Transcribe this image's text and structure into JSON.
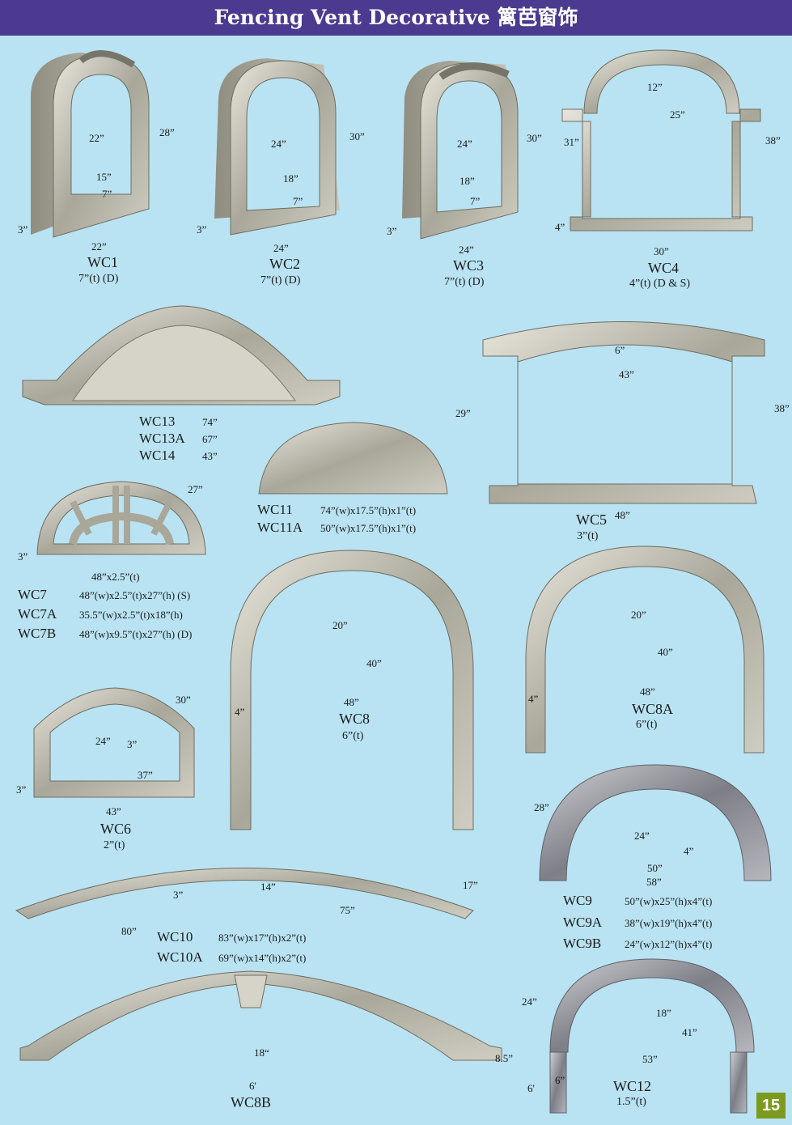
{
  "header": {
    "title": "Fencing Vent Decorative 篱芭窗饰"
  },
  "page_number": "15",
  "items": {
    "wc1": {
      "code": "WC1",
      "spec": "7”(t) (D)",
      "dims": [
        "22”",
        "28”",
        "15”",
        "7”",
        "3”",
        "22”"
      ]
    },
    "wc2": {
      "code": "WC2",
      "spec": "7”(t) (D)",
      "dims": [
        "24”",
        "30”",
        "18”",
        "7”",
        "3”",
        "24”"
      ]
    },
    "wc3": {
      "code": "WC3",
      "spec": "7”(t) (D)",
      "dims": [
        "24”",
        "30”",
        "18”",
        "7”",
        "3”",
        "24”"
      ]
    },
    "wc4": {
      "code": "WC4",
      "spec": "4”(t) (D & S)",
      "dims": [
        "12”",
        "25”",
        "31”",
        "38”",
        "4”",
        "30”"
      ]
    },
    "wc13": {
      "rows": [
        {
          "code": "WC13",
          "value": "74”"
        },
        {
          "code": "WC13A",
          "value": "67”"
        },
        {
          "code": "WC14",
          "value": "43”"
        }
      ]
    },
    "wc11": {
      "rows": [
        {
          "code": "WC11",
          "value": "74”(w)x17.5”(h)x1”(t)"
        },
        {
          "code": "WC11A",
          "value": "50”(w)x17.5”(h)x1”(t)"
        }
      ]
    },
    "wc5": {
      "code": "WC5",
      "spec": "3”(t)",
      "dims": [
        "6”",
        "43”",
        "29”",
        "38”",
        "48”"
      ]
    },
    "wc7": {
      "dims": [
        "27”",
        "3”",
        "48”x2.5”(t)"
      ],
      "rows": [
        {
          "code": "WC7",
          "value": "48”(w)x2.5”(t)x27”(h) (S)"
        },
        {
          "code": "WC7A",
          "value": "35.5”(w)x2.5”(t)x18”(h)"
        },
        {
          "code": "WC7B",
          "value": "48”(w)x9.5”(t)x27”(h) (D)"
        }
      ]
    },
    "wc8": {
      "code": "WC8",
      "spec": "6”(t)",
      "dims": [
        "20”",
        "40”",
        "48”",
        "4”"
      ]
    },
    "wc8a": {
      "code": "WC8A",
      "spec": "6”(t)",
      "dims": [
        "20”",
        "40”",
        "48”",
        "4”"
      ]
    },
    "wc6": {
      "code": "WC6",
      "spec": "2”(t)",
      "dims": [
        "30”",
        "24”",
        "3”",
        "37”",
        "3”",
        "43”"
      ]
    },
    "wc9": {
      "dims": [
        "28”",
        "24”",
        "4”",
        "50”",
        "58”"
      ],
      "rows": [
        {
          "code": "WC9",
          "value": "50”(w)x25”(h)x4”(t)"
        },
        {
          "code": "WC9A",
          "value": "38”(w)x19”(h)x4”(t)"
        },
        {
          "code": "WC9B",
          "value": "24”(w)x12”(h)x4”(t)"
        }
      ]
    },
    "wc10": {
      "dims": [
        "3”",
        "14”",
        "17”",
        "75”",
        "80”"
      ],
      "rows": [
        {
          "code": "WC10",
          "value": "83”(w)x17”(h)x2”(t)"
        },
        {
          "code": "WC10A",
          "value": "69”(w)x14”(h)x2”(t)"
        }
      ]
    },
    "wc8b": {
      "code": "WC8B",
      "dims": [
        "18“",
        "8.5”",
        "6'"
      ]
    },
    "wc12": {
      "code": "WC12",
      "spec": "1.5”(t)",
      "dims": [
        "24”",
        "18”",
        "41”",
        "53”",
        "6'",
        "6”"
      ]
    }
  }
}
